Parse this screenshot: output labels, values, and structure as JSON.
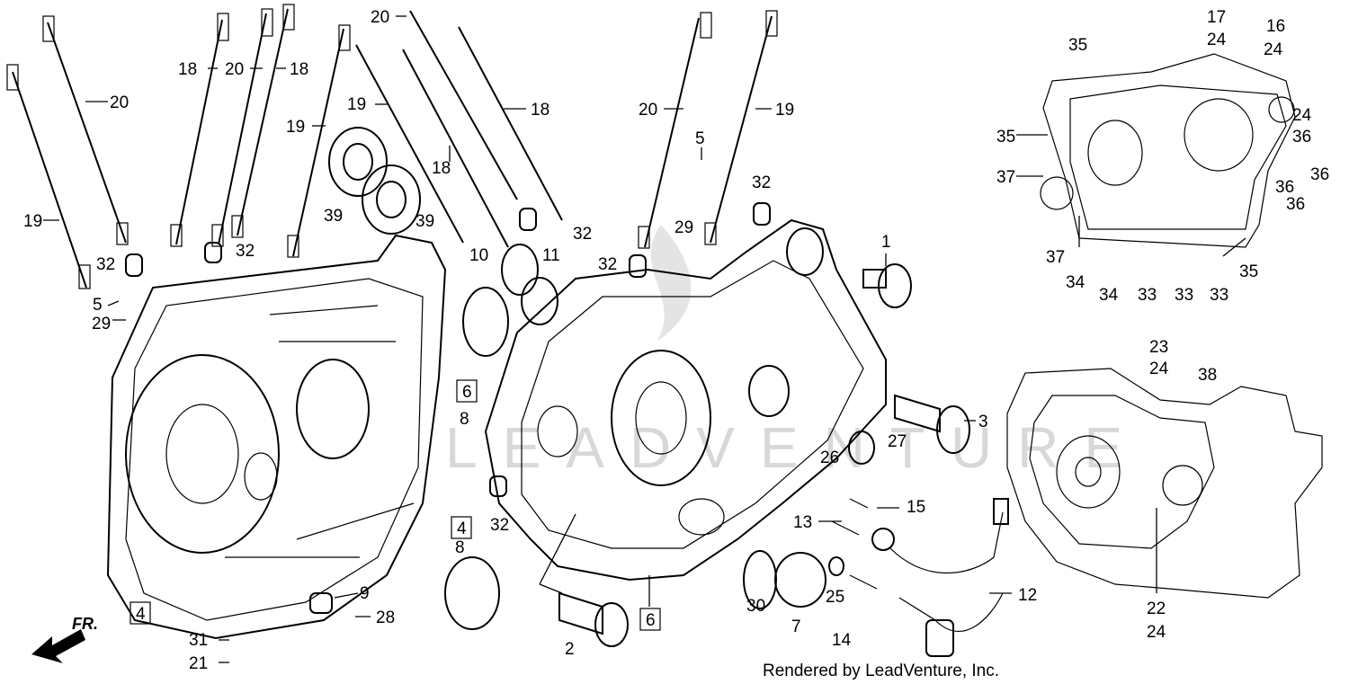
{
  "watermark": "LEADVENTURE",
  "credit": "Rendered by LeadVenture, Inc.",
  "front_marker": "FR.",
  "callouts": [
    {
      "id": "c1",
      "text": "19"
    },
    {
      "id": "c2",
      "text": "20"
    },
    {
      "id": "c3",
      "text": "19"
    },
    {
      "id": "c4",
      "text": "32"
    },
    {
      "id": "c5",
      "text": "5"
    },
    {
      "id": "c6",
      "text": "29"
    },
    {
      "id": "c7",
      "text": "18"
    },
    {
      "id": "c8",
      "text": "20"
    },
    {
      "id": "c9",
      "text": "18"
    },
    {
      "id": "c10",
      "text": "32"
    },
    {
      "id": "c11",
      "text": "19"
    },
    {
      "id": "c12",
      "text": "39"
    },
    {
      "id": "c13",
      "text": "39"
    },
    {
      "id": "c14",
      "text": "19"
    },
    {
      "id": "c15",
      "text": "20"
    },
    {
      "id": "c16",
      "text": "18"
    },
    {
      "id": "c17",
      "text": "18"
    },
    {
      "id": "c18",
      "text": "32"
    },
    {
      "id": "c19",
      "text": "10"
    },
    {
      "id": "c20",
      "text": "11"
    },
    {
      "id": "c21",
      "text": "8"
    },
    {
      "id": "c22",
      "text": "32"
    },
    {
      "id": "c23",
      "text": "8"
    },
    {
      "id": "c24",
      "text": "9"
    },
    {
      "id": "c25",
      "text": "28"
    },
    {
      "id": "c26",
      "text": "31"
    },
    {
      "id": "c27",
      "text": "21"
    },
    {
      "id": "c28",
      "text": "2"
    },
    {
      "id": "c29",
      "text": "20"
    },
    {
      "id": "c30",
      "text": "19"
    },
    {
      "id": "c31",
      "text": "5"
    },
    {
      "id": "c32",
      "text": "29"
    },
    {
      "id": "c33",
      "text": "32"
    },
    {
      "id": "c34",
      "text": "32"
    },
    {
      "id": "c35",
      "text": "1"
    },
    {
      "id": "c36",
      "text": "3"
    },
    {
      "id": "c37",
      "text": "26"
    },
    {
      "id": "c38",
      "text": "27"
    },
    {
      "id": "c39",
      "text": "15"
    },
    {
      "id": "c40",
      "text": "13"
    },
    {
      "id": "c41",
      "text": "30"
    },
    {
      "id": "c42",
      "text": "7"
    },
    {
      "id": "c43",
      "text": "25"
    },
    {
      "id": "c44",
      "text": "14"
    },
    {
      "id": "c45",
      "text": "12"
    },
    {
      "id": "c46",
      "text": "17"
    },
    {
      "id": "c47",
      "text": "24"
    },
    {
      "id": "c48",
      "text": "16"
    },
    {
      "id": "c49",
      "text": "24"
    },
    {
      "id": "c50",
      "text": "35"
    },
    {
      "id": "c51",
      "text": "24"
    },
    {
      "id": "c52",
      "text": "36"
    },
    {
      "id": "c53",
      "text": "35"
    },
    {
      "id": "c54",
      "text": "37"
    },
    {
      "id": "c55",
      "text": "36"
    },
    {
      "id": "c56",
      "text": "36"
    },
    {
      "id": "c57",
      "text": "36"
    },
    {
      "id": "c58",
      "text": "37"
    },
    {
      "id": "c59",
      "text": "34"
    },
    {
      "id": "c60",
      "text": "34"
    },
    {
      "id": "c61",
      "text": "33"
    },
    {
      "id": "c62",
      "text": "33"
    },
    {
      "id": "c63",
      "text": "33"
    },
    {
      "id": "c64",
      "text": "35"
    },
    {
      "id": "c65",
      "text": "23"
    },
    {
      "id": "c66",
      "text": "24"
    },
    {
      "id": "c67",
      "text": "38"
    },
    {
      "id": "c68",
      "text": "22"
    },
    {
      "id": "c69",
      "text": "24"
    }
  ],
  "boxed_callouts": [
    {
      "id": "b1",
      "text": "6"
    },
    {
      "id": "b2",
      "text": "4"
    },
    {
      "id": "b3",
      "text": "4"
    },
    {
      "id": "b4",
      "text": "6"
    }
  ]
}
